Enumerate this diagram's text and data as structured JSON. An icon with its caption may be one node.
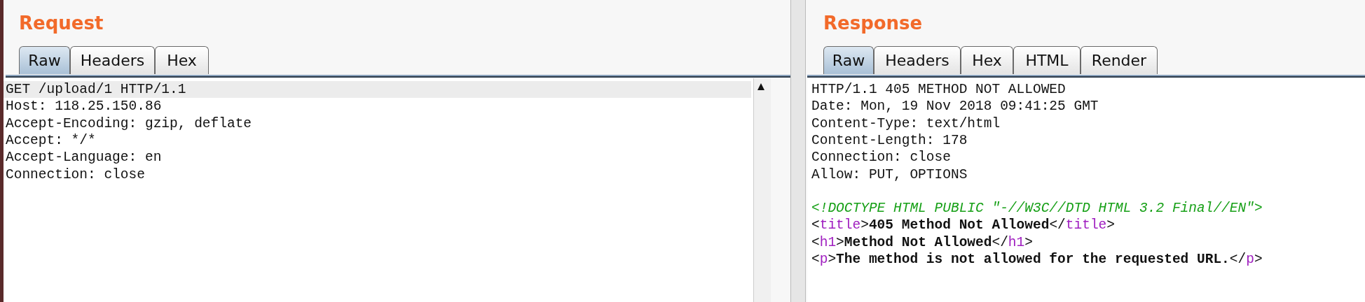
{
  "diagram": {
    "labels": [
      "Request",
      "Raw",
      "Headers",
      "Hex",
      "GET /upload/1 HTTP/1.1",
      "Host: 118.25.150.86",
      "Accept-Encoding: gzip, deflate",
      "Accept: */*",
      "Accept-Language: en",
      "Connection: close",
      "Response",
      "Raw",
      "Headers",
      "Hex",
      "HTML",
      "Render",
      "HTTP/1.1 405 METHOD NOT ALLOWED",
      "Date: Mon, 19 Nov 2018 09:41:25 GMT",
      "Content-Type: text/html",
      "Content-Length: 178",
      "Connection: close",
      "Allow: PUT, OPTIONS",
      "<!DOCTYPE HTML PUBLIC \"-//W3C//DTD HTML 3.2 Final//EN\">",
      "<title>**405 Method Not Allowed**</title>",
      "<h1>**Method Not Allowed**</h1>",
      "<p>**The method is not allowed for the requested URL.**</p>"
    ]
  }
}
